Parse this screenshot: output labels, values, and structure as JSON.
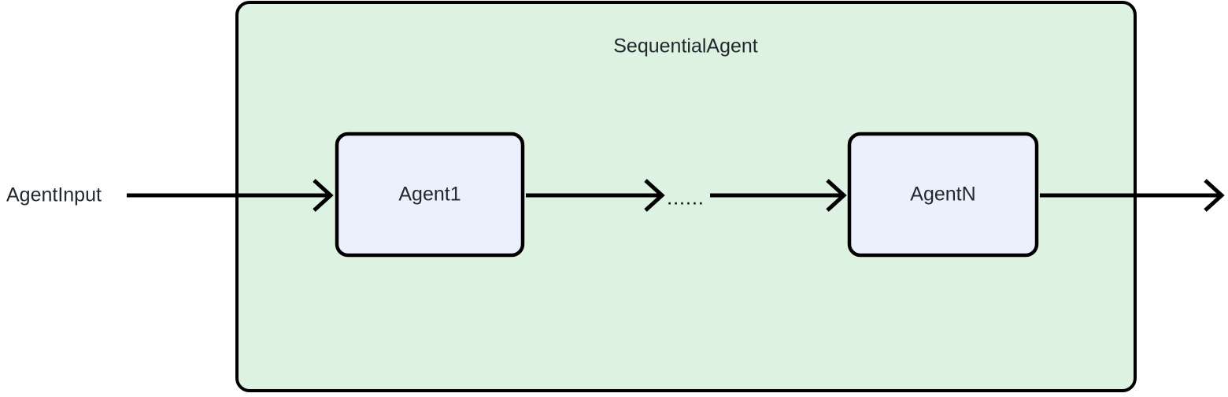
{
  "diagram": {
    "title": "SequentialAgent",
    "background_color": "#ffffff",
    "group": {
      "label": "SequentialAgent",
      "fill_color": "#def2e1",
      "stroke_color": "#000000"
    },
    "nodes": [
      {
        "id": "agent1",
        "label": "Agent1",
        "fill_color": "#ecf0fc",
        "stroke_color": "#000000"
      },
      {
        "id": "agentN",
        "label": "AgentN",
        "fill_color": "#ecf0fc",
        "stroke_color": "#000000"
      }
    ],
    "labels": {
      "input": "AgentInput",
      "ellipsis": "......"
    },
    "text_color": "#23282f"
  }
}
